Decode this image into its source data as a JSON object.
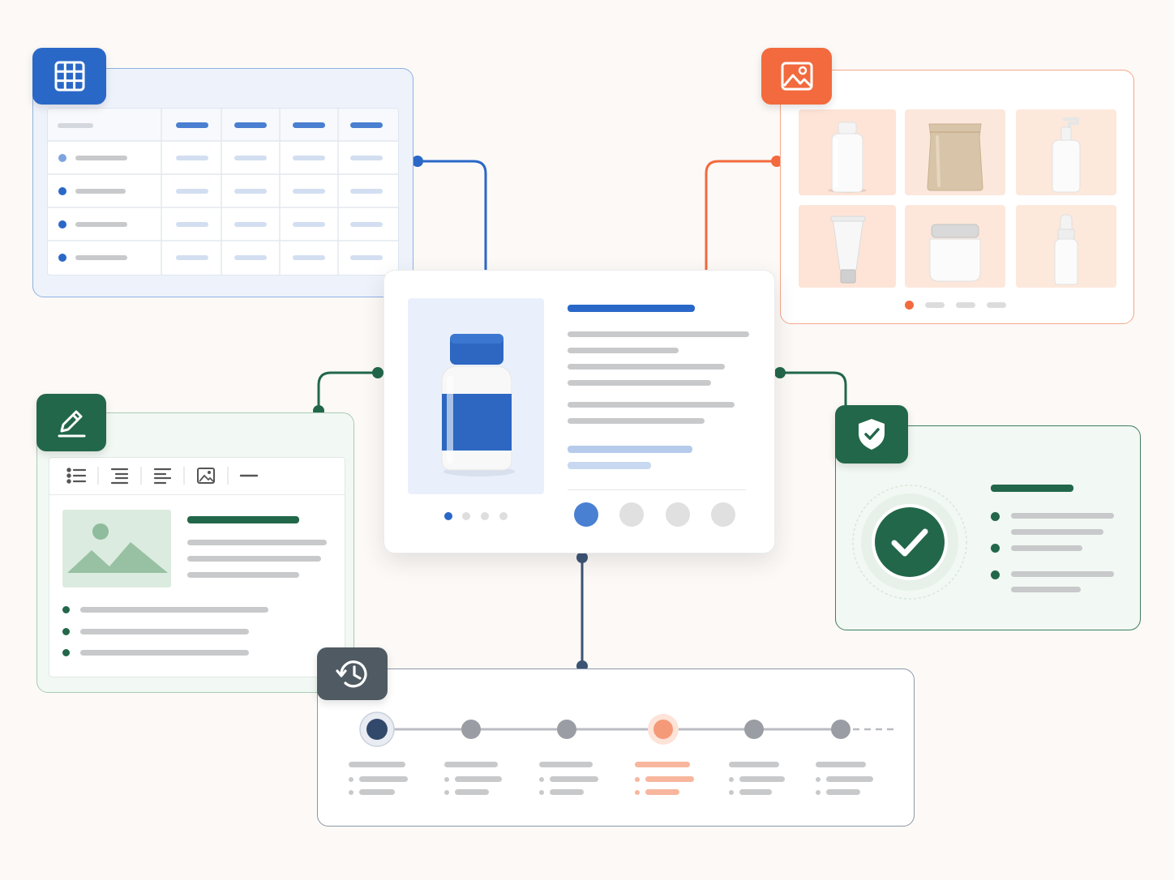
{
  "colors": {
    "background": "#fcf9f6",
    "blue": "#2a68c8",
    "orange": "#f26a3d",
    "green": "#22674a",
    "slate": "#3c5474",
    "badge_gray": "#4f5a62",
    "bar_gray": "#c8c9cb",
    "bar_blue_light": "#d3def1"
  },
  "connectors": {
    "table_to_product": "blue",
    "gallery_to_product": "orange",
    "editor_to_product": "green",
    "verify_to_product": "green",
    "product_to_timeline": "slate"
  },
  "table_panel": {
    "badge_icon": "grid-table-icon",
    "column_count": 5,
    "row_count": 4
  },
  "gallery_panel": {
    "badge_icon": "image-icon",
    "items": [
      "pill-bottle",
      "pouch",
      "pump-bottle",
      "tube",
      "jar",
      "dropper-bottle"
    ],
    "page_dots": 4,
    "active_page": 1
  },
  "product_panel": {
    "product_icon": "medicine-bottle",
    "image_dots": 4,
    "active_image_dot": 1,
    "swatches": 4,
    "active_swatch": 1
  },
  "editor_panel": {
    "badge_icon": "pencil-icon",
    "toolbar_icons": [
      "list-icon",
      "indent-icon",
      "align-left-icon",
      "insert-image-icon",
      "divider-icon"
    ],
    "bullet_count": 3
  },
  "verify_panel": {
    "badge_icon": "shield-check-icon",
    "status_icon": "checkmark-icon",
    "bullet_count": 3
  },
  "timeline_panel": {
    "badge_icon": "history-icon",
    "step_count": 6,
    "current_step": 1,
    "highlighted_step": 4
  }
}
